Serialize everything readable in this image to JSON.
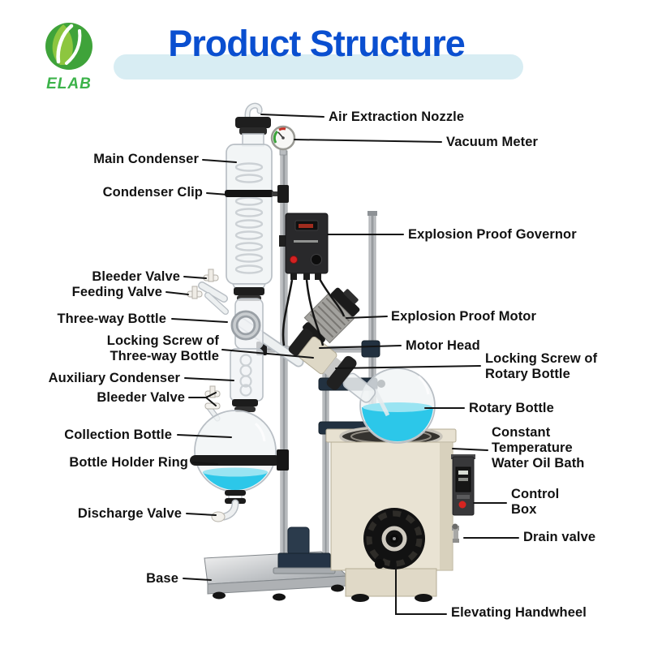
{
  "logo": {
    "brand": "ELAB"
  },
  "header": {
    "title": "Product Structure"
  },
  "colors": {
    "title_blue": "#0a4fd0",
    "band_blue": "#d8edf3",
    "logo_green": "#3fa33a",
    "logo_green_light": "#8dc63f",
    "liquid_cyan": "#2cc7e9",
    "bath_cream": "#e9e3d3",
    "label_color": "#121212"
  },
  "labels": {
    "left": [
      {
        "text": "Main Condenser"
      },
      {
        "text": "Condenser Clip"
      },
      {
        "text": "Bleeder Valve"
      },
      {
        "text": "Feeding Valve"
      },
      {
        "text": "Three-way Bottle"
      },
      {
        "text": "Locking Screw of\nThree-way Bottle"
      },
      {
        "text": "Auxiliary Condenser"
      },
      {
        "text": "Bleeder Valve"
      },
      {
        "text": "Collection Bottle"
      },
      {
        "text": "Bottle Holder Ring"
      },
      {
        "text": "Discharge Valve"
      },
      {
        "text": "Base"
      }
    ],
    "right": [
      {
        "text": "Air Extraction Nozzle"
      },
      {
        "text": "Vacuum Meter"
      },
      {
        "text": "Explosion Proof Governor"
      },
      {
        "text": "Explosion Proof Motor"
      },
      {
        "text": "Motor Head"
      },
      {
        "text": "Locking Screw of\nRotary Bottle"
      },
      {
        "text": "Rotary Bottle"
      },
      {
        "text": "Constant\nTemperature\nWater Oil Bath"
      },
      {
        "text": "Control\nBox"
      },
      {
        "text": "Drain valve"
      },
      {
        "text": "Elevating Handwheel"
      }
    ]
  }
}
